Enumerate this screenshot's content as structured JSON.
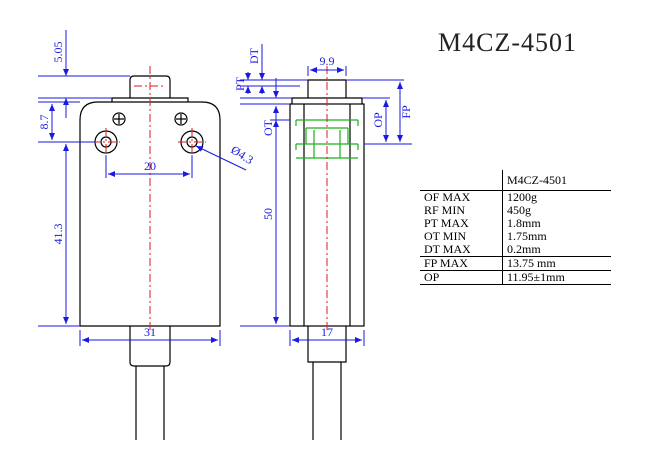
{
  "title": "M4CZ-4501",
  "dimensions": {
    "top_height": "5.05",
    "cap_height": "8.7",
    "hole_pitch": "20",
    "hole_dia": "Ø4.3",
    "body_height": "41.3",
    "width": "31",
    "side_height": "50",
    "thickness": "17",
    "plunger_width": "9.9",
    "pt": "PT",
    "dt": "DT",
    "ot": "OT",
    "op": "OP",
    "fp": "FP"
  },
  "spec_table": {
    "header": "M4CZ-4501",
    "rows": [
      {
        "key": "OF MAX",
        "value": "1200g"
      },
      {
        "key": "RF MIN",
        "value": "450g"
      },
      {
        "key": "PT MAX",
        "value": "1.8mm"
      },
      {
        "key": "OT MIN",
        "value": "1.75mm"
      },
      {
        "key": "DT MAX",
        "value": "0.2mm"
      },
      {
        "key": "FP MAX",
        "value": "13.75 mm"
      },
      {
        "key": "OP",
        "value": "11.95±1mm"
      }
    ]
  },
  "colors": {
    "outline": "#000000",
    "dimension": "#1a1ae0",
    "centerline": "#e01a1a",
    "actuator": "#1ab01a"
  }
}
